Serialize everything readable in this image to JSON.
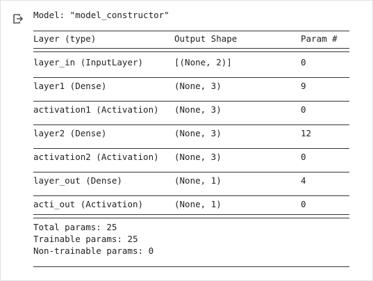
{
  "model": {
    "title": "Model: \"model_constructor\""
  },
  "header": {
    "col_layer": "Layer (type)",
    "col_shape": "Output Shape",
    "col_param": "Param #"
  },
  "rows": [
    {
      "layer": "layer_in (InputLayer)",
      "shape": "[(None, 2)]",
      "params": "0"
    },
    {
      "layer": "layer1 (Dense)",
      "shape": "(None, 3)",
      "params": "9"
    },
    {
      "layer": "activation1 (Activation)",
      "shape": "(None, 3)",
      "params": "0"
    },
    {
      "layer": "layer2 (Dense)",
      "shape": "(None, 3)",
      "params": "12"
    },
    {
      "layer": "activation2 (Activation)",
      "shape": "(None, 3)",
      "params": "0"
    },
    {
      "layer": "layer_out (Dense)",
      "shape": "(None, 1)",
      "params": "4"
    },
    {
      "layer": "acti_out (Activation)",
      "shape": "(None, 1)",
      "params": "0"
    }
  ],
  "summary": {
    "total": "Total params: 25",
    "trainable": "Trainable params: 25",
    "non_trainable": "Non-trainable params: 0"
  },
  "icons": {
    "output": "output-arrow-icon"
  }
}
